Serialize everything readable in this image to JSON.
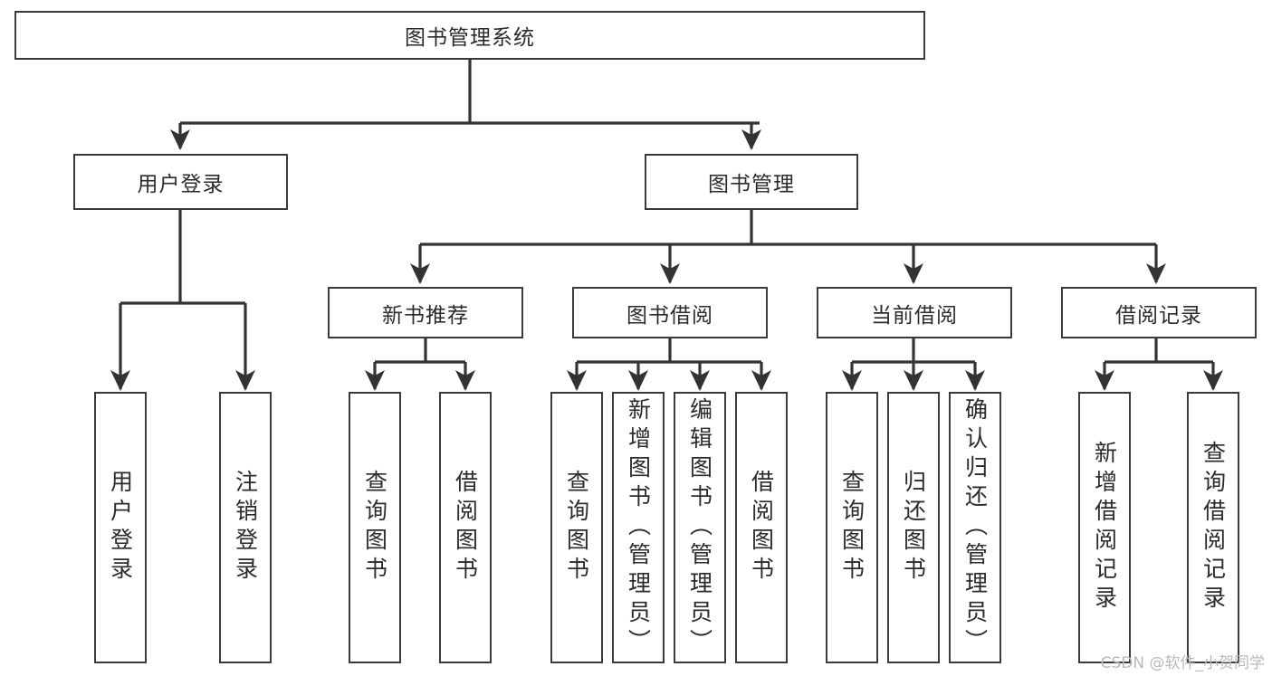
{
  "diagram": {
    "title": "图书管理系统",
    "watermark": "CSDN @软件_小贺同学",
    "style": {
      "border_color": "#3a3a3a",
      "fill_color": "#ffffff",
      "text_color": "#2b2b2b",
      "connector_color": "#333333",
      "watermark_color": "#b9b9b9",
      "background": "#ffffff"
    },
    "nodes": {
      "root": {
        "label": "图书管理系统"
      },
      "level2": [
        {
          "label": "用户登录"
        },
        {
          "label": "图书管理"
        }
      ],
      "level3": [
        {
          "label": "新书推荐"
        },
        {
          "label": "图书借阅"
        },
        {
          "label": "当前借阅"
        },
        {
          "label": "借阅记录"
        }
      ],
      "leaves": {
        "user_login": [
          {
            "label": "用户登录"
          },
          {
            "label": "注销登录"
          }
        ],
        "new_book_recommend": [
          {
            "label": "查询图书"
          },
          {
            "label": "借阅图书"
          }
        ],
        "book_borrow": [
          {
            "label": "查询图书"
          },
          {
            "label": "新增图书（管理员）"
          },
          {
            "label": "编辑图书（管理员）"
          },
          {
            "label": "借阅图书"
          }
        ],
        "current_borrow": [
          {
            "label": "查询图书"
          },
          {
            "label": "归还图书"
          },
          {
            "label": "确认归还（管理员）"
          }
        ],
        "borrow_record": [
          {
            "label": "新增借阅记录"
          },
          {
            "label": "查询借阅记录"
          }
        ]
      }
    },
    "edges": [
      {
        "from": "图书管理系统",
        "to": "用户登录"
      },
      {
        "from": "图书管理系统",
        "to": "图书管理"
      },
      {
        "from": "用户登录",
        "to": "用户登录"
      },
      {
        "from": "用户登录",
        "to": "注销登录"
      },
      {
        "from": "图书管理",
        "to": "新书推荐"
      },
      {
        "from": "图书管理",
        "to": "图书借阅"
      },
      {
        "from": "图书管理",
        "to": "当前借阅"
      },
      {
        "from": "图书管理",
        "to": "借阅记录"
      },
      {
        "from": "新书推荐",
        "to": "查询图书"
      },
      {
        "from": "新书推荐",
        "to": "借阅图书"
      },
      {
        "from": "图书借阅",
        "to": "查询图书"
      },
      {
        "from": "图书借阅",
        "to": "新增图书（管理员）"
      },
      {
        "from": "图书借阅",
        "to": "编辑图书（管理员）"
      },
      {
        "from": "图书借阅",
        "to": "借阅图书"
      },
      {
        "from": "当前借阅",
        "to": "查询图书"
      },
      {
        "from": "当前借阅",
        "to": "归还图书"
      },
      {
        "from": "当前借阅",
        "to": "确认归还（管理员）"
      },
      {
        "from": "借阅记录",
        "to": "新增借阅记录"
      },
      {
        "from": "借阅记录",
        "to": "查询借阅记录"
      }
    ]
  }
}
